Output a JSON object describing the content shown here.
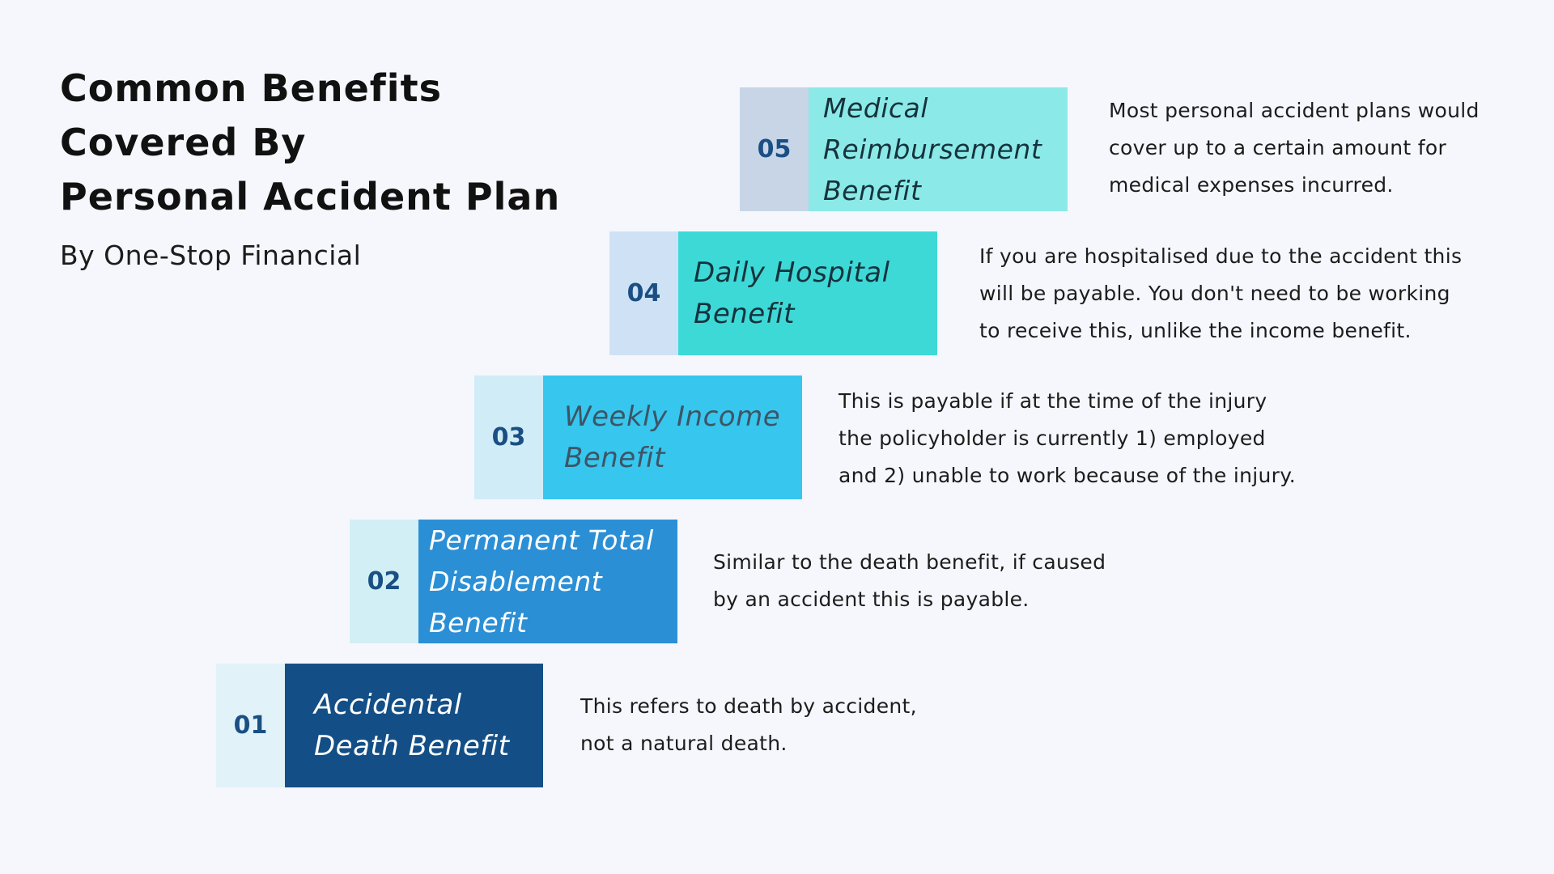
{
  "title": {
    "lines": [
      "Common Benefits",
      "Covered By",
      "Personal Accident Plan"
    ]
  },
  "subtitle": "By One-Stop Financial",
  "colors": {
    "background": "#f5f7fc",
    "number_text": "#1a4f84",
    "step1_number_bg": "#e1f2f8",
    "step1_label_bg": "#134f86",
    "step2_number_bg": "#d1eff4",
    "step2_label_bg": "#2b8fd6",
    "step3_number_bg": "#d0ecf7",
    "step3_label_bg": "#37c6ee",
    "step4_number_bg": "#cfe2f5",
    "step4_label_bg": "#3dd9d7",
    "step5_number_bg": "#c7d5e7",
    "step5_label_bg": "#8beae7"
  },
  "steps": [
    {
      "number": "01",
      "label_lines": [
        "Accidental",
        "Death Benefit"
      ],
      "description_lines": [
        "This refers to death by accident,",
        "not a natural death."
      ]
    },
    {
      "number": "02",
      "label_lines": [
        "Permanent Total",
        "Disablement",
        "Benefit"
      ],
      "description_lines": [
        "Similar to the death benefit, if caused",
        "by an accident this is payable."
      ]
    },
    {
      "number": "03",
      "label_lines": [
        "Weekly Income",
        "Benefit"
      ],
      "description_lines": [
        "This is payable if at the time of the injury",
        "the policyholder is currently 1) employed",
        "and 2) unable to work because of the injury."
      ]
    },
    {
      "number": "04",
      "label_lines": [
        "Daily Hospital",
        "Benefit"
      ],
      "description_lines": [
        "If you are hospitalised due to the accident this",
        "will be payable. You don't need to be working",
        "to receive this, unlike the income benefit."
      ]
    },
    {
      "number": "05",
      "label_lines": [
        "Medical",
        "Reimbursement",
        "Benefit"
      ],
      "description_lines": [
        "Most personal accident plans would",
        "cover up to a certain amount for",
        "medical expenses incurred."
      ]
    }
  ]
}
